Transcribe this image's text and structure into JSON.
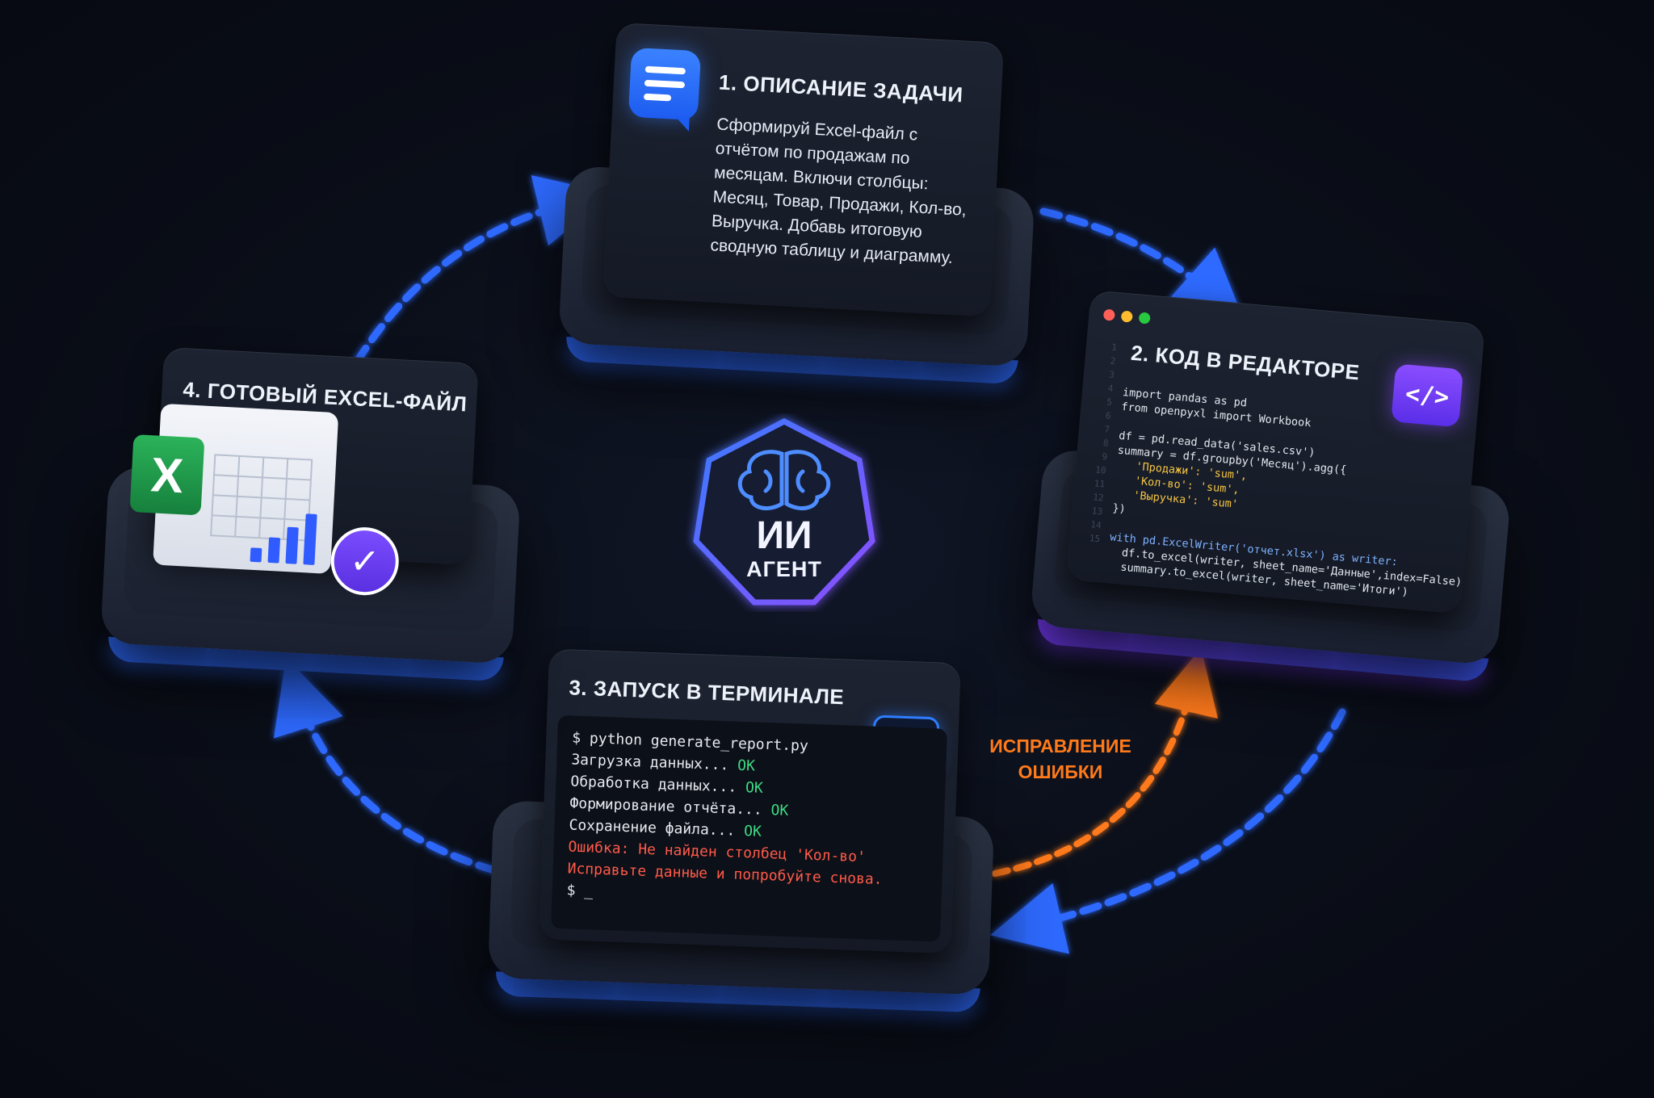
{
  "colors": {
    "background": "#0a0e18",
    "accent_blue": "#2f6bff",
    "accent_purple": "#7a3dff",
    "error_fix_orange": "#ff7a1a",
    "ok_green": "#3ddc84",
    "error_red": "#ff5a4a"
  },
  "steps": {
    "task": {
      "icon": "chat-bubble-icon",
      "title": "1. ОПИСАНИЕ ЗАДАЧИ",
      "text": "Сформируй Excel-файл с отчётом по продажам по месяцам. Включи столбцы: Месяц, Товар, Продажи, Кол-во, Выручка. Добавь итоговую сводную таблицу и диаграмму."
    },
    "code": {
      "icon": "code-brackets-icon",
      "title": "2. КОД В РЕДАКТОРЕ",
      "icon_label": "</>",
      "line_numbers": "1\n2\n3\n4\n5\n6\n7\n8\n9\n10\n11\n12\n13\n14\n15",
      "lines": [
        "import pandas as pd",
        "from openpyxl import Workbook",
        "",
        "df = pd.read_data('sales.csv')",
        "summary = df.groupby('Месяц').agg({",
        "   'Продажи': 'sum',",
        "   'Кол-во': 'sum',",
        "   'Выручка': 'sum'",
        "})",
        "",
        "with pd.ExcelWriter('отчет.xlsx') as writer:",
        "  df.to_excel(writer, sheet_name='Данные',index=False)",
        "  summary.to_excel(writer, sheet_name='Итоги')"
      ]
    },
    "terminal": {
      "icon": "terminal-prompt-icon",
      "title": "3. ЗАПУСК В ТЕРМИНАЛЕ",
      "icon_label": ">_",
      "command": "$ python generate_report.py",
      "log": [
        {
          "text": "Загрузка данных... ",
          "status": "OK"
        },
        {
          "text": "Обработка данных... ",
          "status": "OK"
        },
        {
          "text": "Формирование отчёта... ",
          "status": "OK"
        },
        {
          "text": "Сохранение файла... ",
          "status": "OK"
        }
      ],
      "error_line_1": "Ошибка: Не найден столбец 'Кол-во'",
      "error_line_2": "Исправьте данные и попробуйте снова.",
      "prompt": "$ _"
    },
    "result": {
      "icon": "excel-file-icon",
      "title": "4. ГОТОВЫЙ EXCEL-ФАЙЛ",
      "excel_letter": "X",
      "check_icon": "check-badge-icon",
      "chart_bar_levels": [
        0.25,
        0.45,
        0.65,
        0.9
      ]
    }
  },
  "agent": {
    "icon": "brain-icon",
    "line1": "ИИ",
    "line2": "АГЕНТ"
  },
  "fix_arrow": {
    "line1": "ИСПРАВЛЕНИЕ",
    "line2": "ОШИБКИ"
  }
}
